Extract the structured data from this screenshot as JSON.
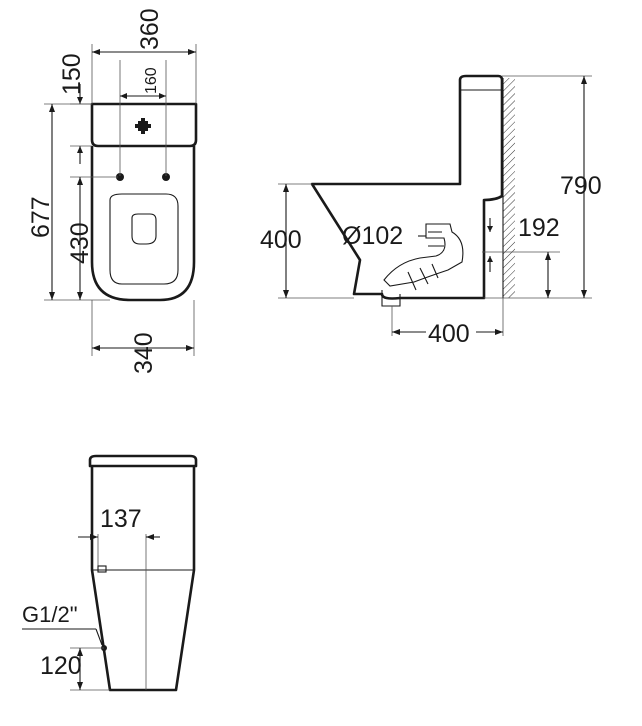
{
  "top_view": {
    "width_overall": "360",
    "tank_depth": "150",
    "hole_spacing": "160",
    "length_overall": "677",
    "bowl_length": "430",
    "base_width": "340"
  },
  "side_view": {
    "total_height": "790",
    "rim_height": "400",
    "outlet_diameter": "Ø102",
    "outlet_height": "192",
    "outlet_distance": "400"
  },
  "front_view": {
    "inlet_offset": "137",
    "inlet_thread": "G1/2\"",
    "inlet_height": "120"
  }
}
